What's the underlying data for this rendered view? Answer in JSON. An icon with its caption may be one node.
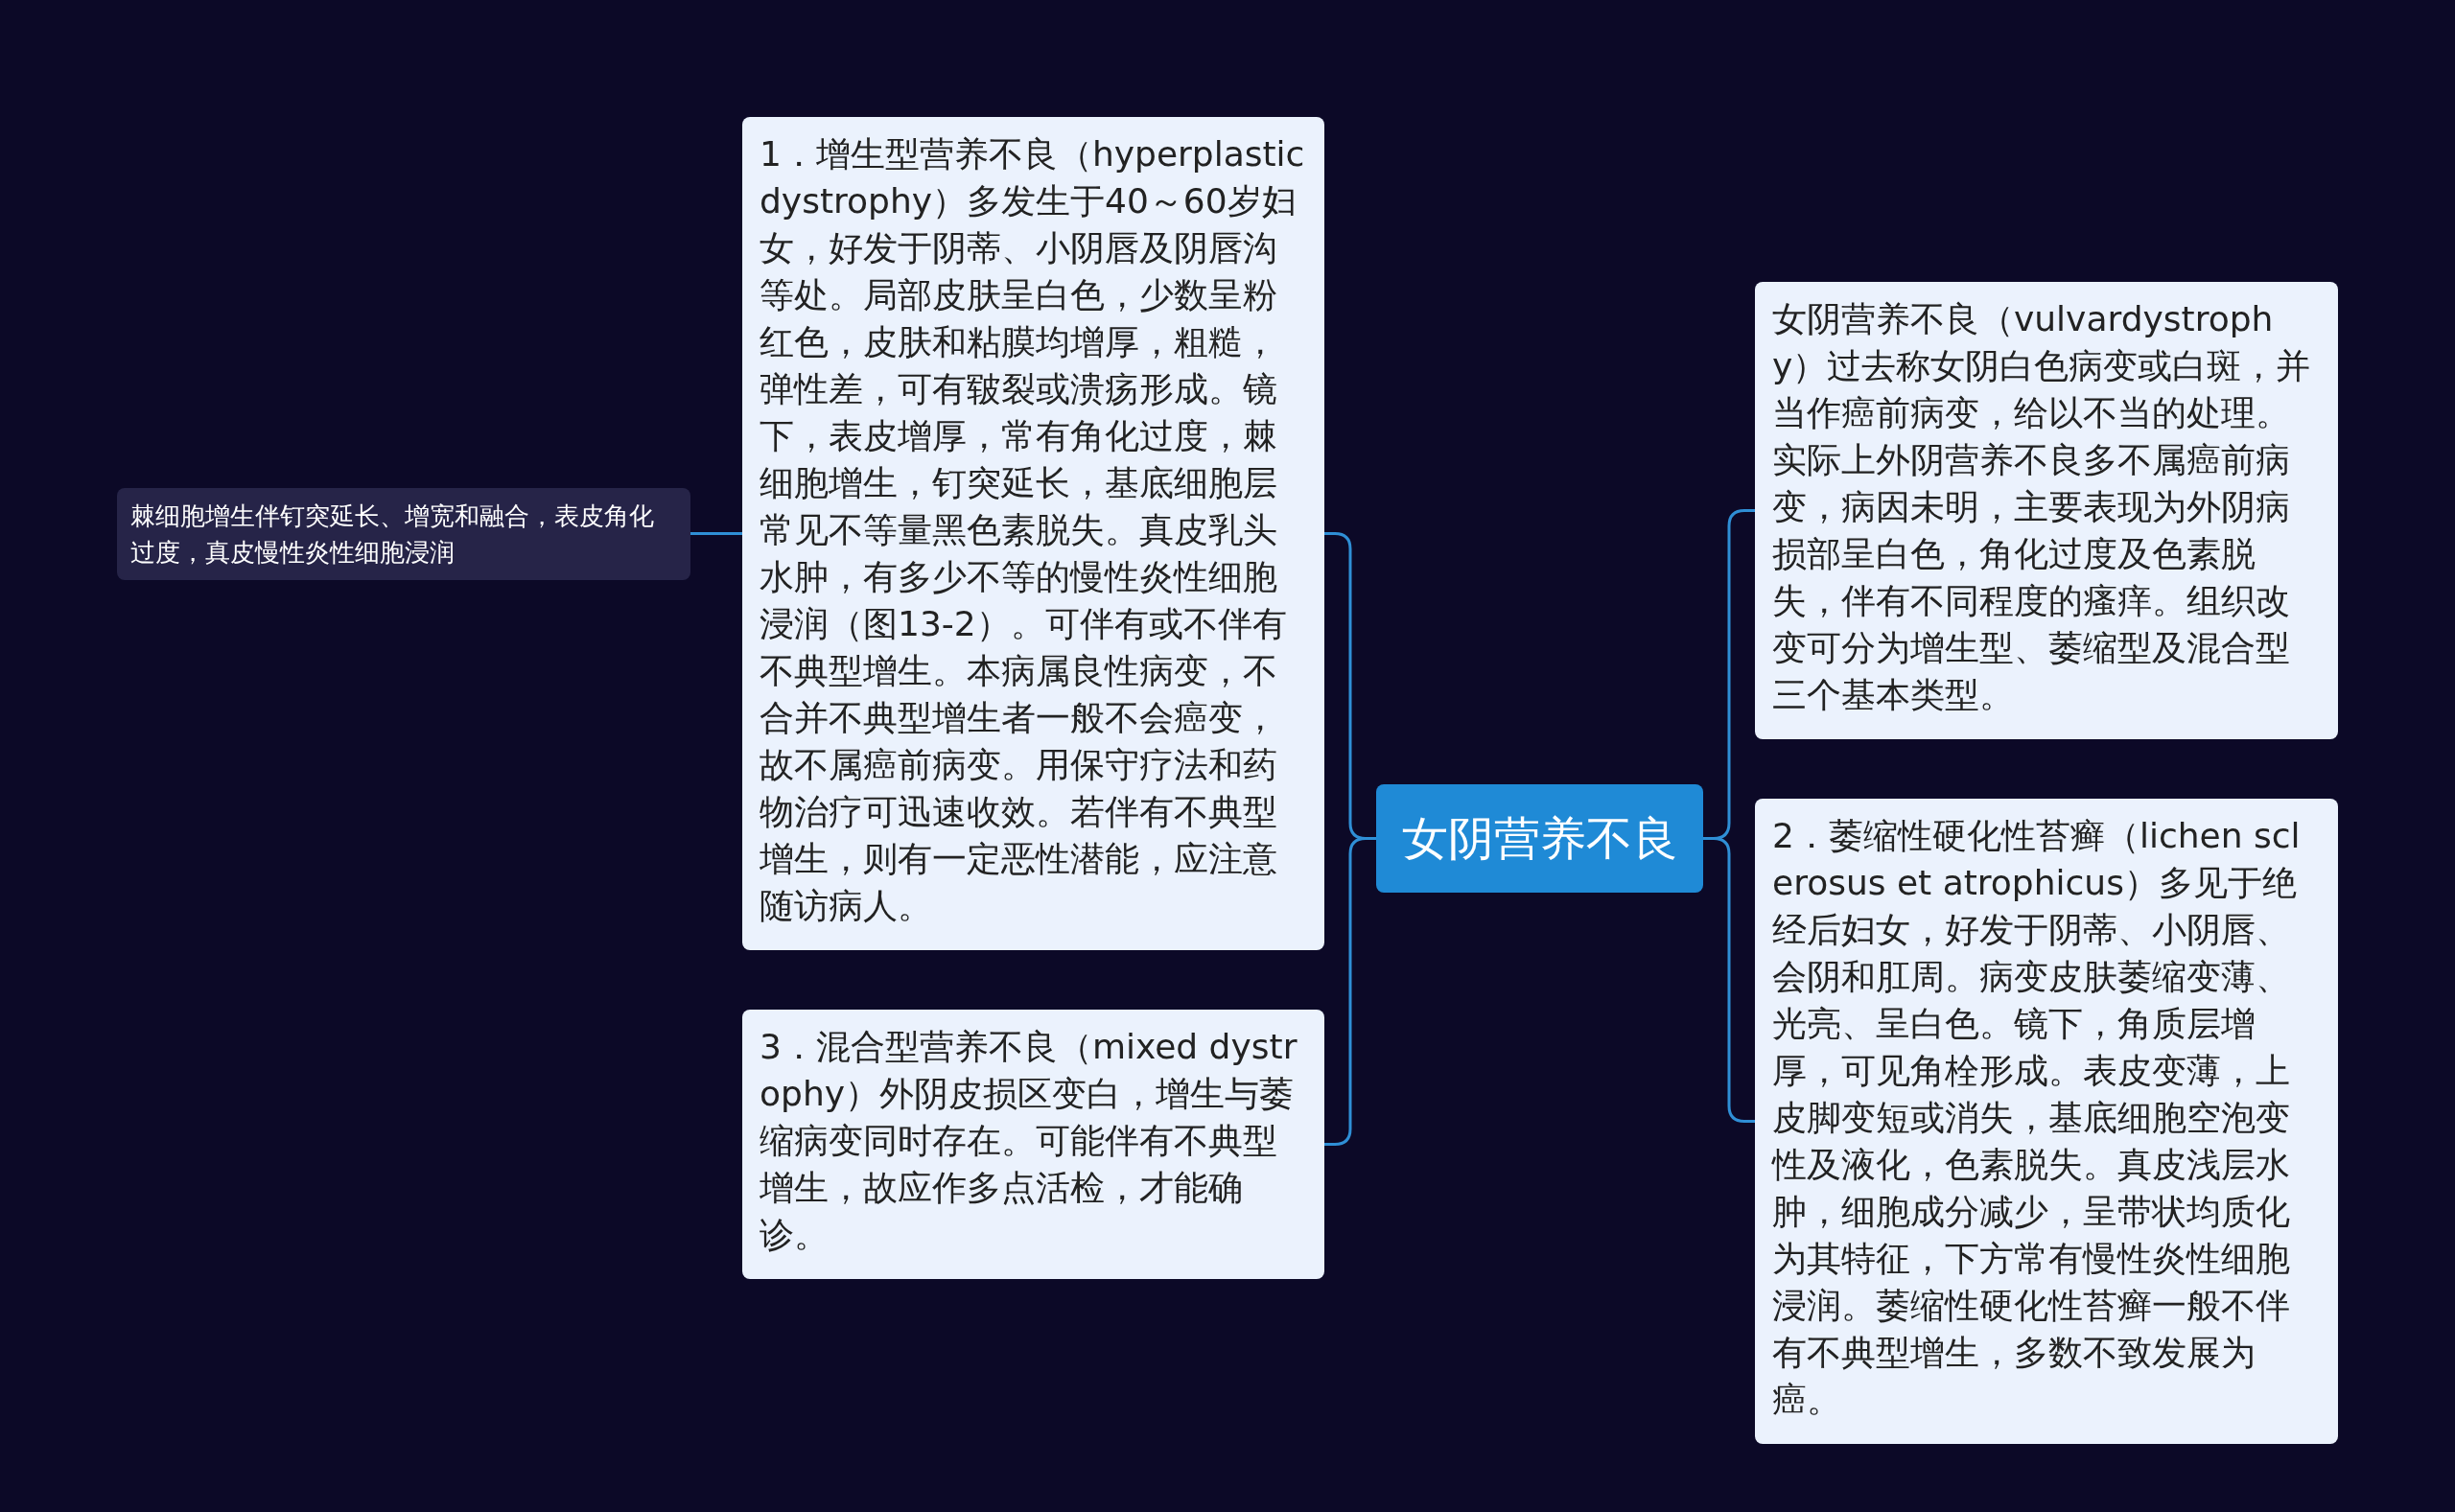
{
  "diagram": {
    "nodes": [
      {
        "text": [
          "女阴营养不良"
        ]
      },
      {
        "text": [
          "1．增生型营养不良（hyperplastic dystrophy）多发生于40～60岁妇女，好发于阴蒂、小阴唇及阴唇沟等处。局部皮肤呈白色，少数呈粉红色，皮肤和粘膜均增厚，粗糙，弹性差，可有皲裂或溃疡形成。镜下，表皮增厚，常有角化过度，棘细胞增生，钉突延长，基底细胞层常见不等量黑色素脱失。真皮乳头水肿，有多少不等的慢性炎性细胞浸润（图13-2）。可伴有或不伴有不典型增生。本病属良性病变，不合并不典型增生者一般不会癌变，故不属癌前病变。用保守疗法和药物治疗可迅速收效。若伴有不典型增生，则有一定恶性潜能，应注意随访病人。"
        ]
      },
      {
        "text": [
          "棘细胞增生伴钉突延长、增宽和融合，表皮角化过度，真皮慢性炎性细胞浸润"
        ]
      },
      {
        "text": [
          "3．混合型营养不良（mixed dystrophy）外阴皮损区变白，增生与萎缩病变同时存在。可能伴有不典型增生，故应作多点活检，才能确诊。"
        ]
      },
      {
        "text": [
          "女阴营养不良（vulvardystrophy）过去称女阴白色病变或白斑，并当作癌前病变，给以不当的处理。实际上外阴营养不良多不属癌前病变，病因未明，主要表现为外阴病损部呈白色，角化过度及色素脱失，伴有不同程度的瘙痒。组织改变可分为增生型、萎缩型及混合型三个基本类型。"
        ]
      },
      {
        "text": [
          "2．萎缩性硬化性苔癣（lichen sclerosus et atrophicus）多见于绝经后妇女，好发于阴蒂、小阴唇、会阴和肛周。病变皮肤萎缩变薄、光亮、呈白色。镜下，角质层增厚，可见角栓形成。表皮变薄，上皮脚变短或消失，基底细胞空泡变性及液化，色素脱失。真皮浅层水肿，细胞成分减少，呈带状均质化为其特征，下方常有慢性炎性细胞浸润。萎缩性硬化性苔癣一般不伴有不典型增生，多数不致发展为癌。"
        ]
      }
    ],
    "edges": [
      {
        "from": 0,
        "to": 1,
        "arrow": "none"
      },
      {
        "from": 1,
        "to": 2,
        "arrow": "none"
      },
      {
        "from": 0,
        "to": 3,
        "arrow": "none"
      },
      {
        "from": 0,
        "to": 4,
        "arrow": "none"
      },
      {
        "from": 0,
        "to": 5,
        "arrow": "none"
      }
    ]
  }
}
